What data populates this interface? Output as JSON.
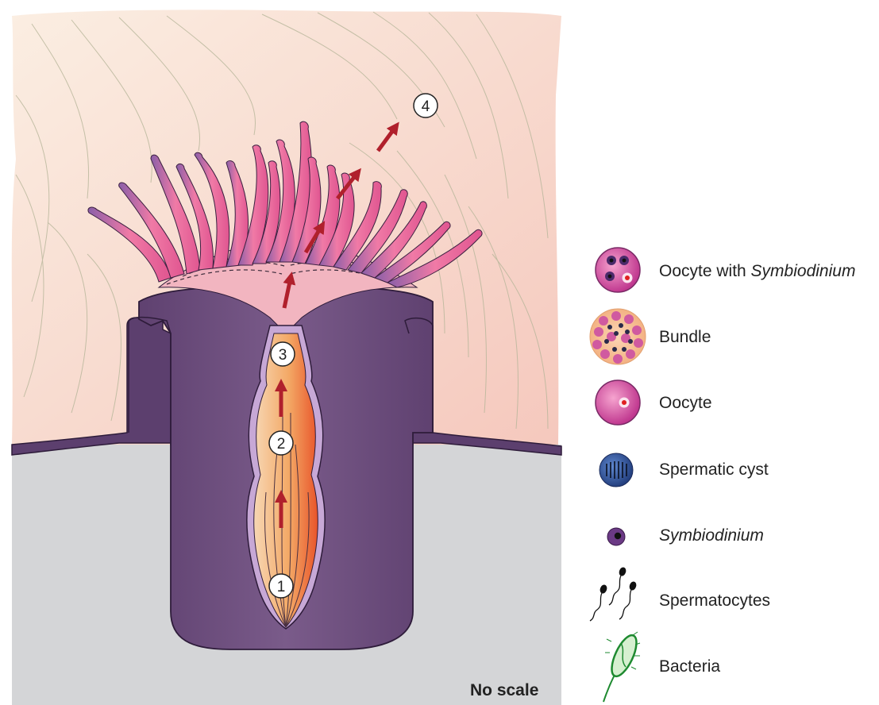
{
  "diagram": {
    "step_labels": [
      "1",
      "2",
      "3",
      "4"
    ],
    "scale_note": "No scale"
  },
  "legend": {
    "items": [
      {
        "text": "Oocyte with ",
        "italic": "Symbiodinium",
        "icon": "oocyte-with-symbiodinium-icon"
      },
      {
        "text": "Bundle",
        "italic": "",
        "icon": "bundle-icon"
      },
      {
        "text": "Oocyte",
        "italic": "",
        "icon": "oocyte-icon"
      },
      {
        "text": "Spermatic cyst",
        "italic": "",
        "icon": "spermatic-cyst-icon"
      },
      {
        "text": "",
        "italic": "Symbiodinium",
        "icon": "symbiodinium-icon"
      },
      {
        "text": "Spermatocytes",
        "italic": "",
        "icon": "spermatocytes-icon"
      },
      {
        "text": "Bacteria",
        "italic": "",
        "icon": "bacteria-icon"
      }
    ]
  },
  "colors": {
    "water": "#f8d9cb",
    "skeleton": "#d4d5d7",
    "polyp_body": "#6e4f7e",
    "tentacle": "#e86a9a",
    "arrow": "#b0202c",
    "gonad": "#f2a866"
  }
}
